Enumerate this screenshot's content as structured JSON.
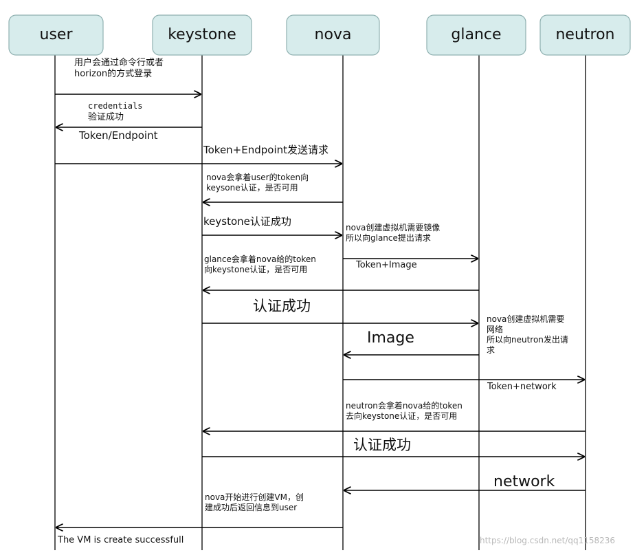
{
  "colors": {
    "head_fill": "#d7ecec",
    "head_stroke": "#8fb0b0",
    "line": "#000000"
  },
  "participants": [
    {
      "id": "user",
      "label": "user"
    },
    {
      "id": "keystone",
      "label": "keystone"
    },
    {
      "id": "nova",
      "label": "nova"
    },
    {
      "id": "glance",
      "label": "glance"
    },
    {
      "id": "neutron",
      "label": "neutron"
    }
  ],
  "messages": [
    {
      "from": "user",
      "to": "keystone",
      "text": ""
    },
    {
      "from": "keystone",
      "to": "user",
      "text": ""
    },
    {
      "from": "user",
      "to": "nova",
      "text": ""
    },
    {
      "from": "nova",
      "to": "keystone",
      "text": ""
    },
    {
      "from": "keystone",
      "to": "nova",
      "text": ""
    },
    {
      "from": "nova",
      "to": "glance",
      "text": ""
    },
    {
      "from": "glance",
      "to": "keystone",
      "text": ""
    },
    {
      "from": "keystone",
      "to": "glance",
      "text": ""
    },
    {
      "from": "glance",
      "to": "nova",
      "text": ""
    },
    {
      "from": "nova",
      "to": "neutron",
      "text": ""
    },
    {
      "from": "neutron",
      "to": "keystone",
      "text": ""
    },
    {
      "from": "keystone",
      "to": "neutron",
      "text": ""
    },
    {
      "from": "neutron",
      "to": "nova",
      "text": ""
    },
    {
      "from": "nova",
      "to": "user",
      "text": ""
    }
  ],
  "labels": {
    "login_line1": "用户会通过命令行或者",
    "login_line2": "horizon的方式登录",
    "credentials": "credentials",
    "verify_ok": "验证成功",
    "token_endpoint": "Token/Endpoint",
    "token_endpoint_send": "Token+Endpoint发送请求",
    "nova_token_line1": "nova会拿着user的token向",
    "nova_token_line2": "keysone认证，是否可用",
    "keystone_auth_ok": "keystone认证成功",
    "nova_image_line1": "nova创建虚拟机需要镜像",
    "nova_image_line2": "所以向glance提出请求",
    "token_image": "Token+Image",
    "glance_token_line1": "glance会拿着nova给的token",
    "glance_token_line2": "向keystone认证，是否可用",
    "auth_ok_1": "认证成功",
    "nova_net_line1": "nova创建虚拟机需要",
    "nova_net_line2": "网络",
    "nova_net_line3": "所以向neutron发出请",
    "nova_net_line4": "求",
    "image": "Image",
    "token_network": "Token+network",
    "neutron_token_line1": "neutron会拿着nova给的token",
    "neutron_token_line2": "去向keystone认证，是否可用",
    "auth_ok_2": "认证成功",
    "network": "network",
    "nova_start_line1": "nova开始进行创建VM，创",
    "nova_start_line2": "建成功后返回信息到user",
    "vm_success": "The VM is create successfull"
  },
  "watermark": "https://blog.csdn.net/qq1158236"
}
